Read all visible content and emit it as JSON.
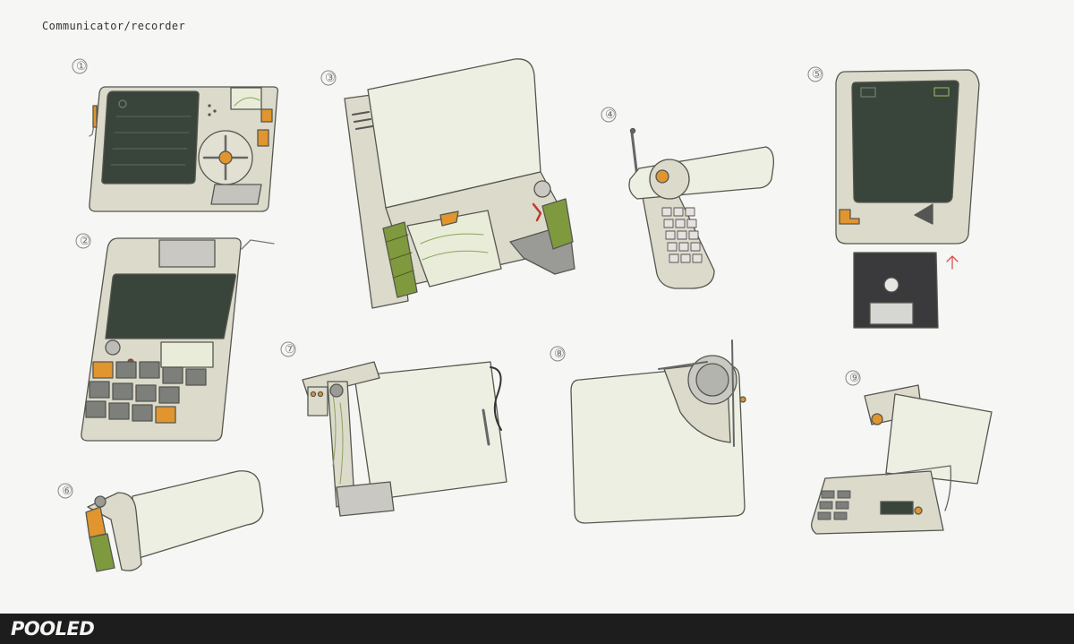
{
  "page": {
    "title": "Communicator/recorder"
  },
  "sketches": [
    {
      "number": "①"
    },
    {
      "number": "②"
    },
    {
      "number": "③"
    },
    {
      "number": "④"
    },
    {
      "number": "⑤"
    },
    {
      "number": "⑥"
    },
    {
      "number": "⑦"
    },
    {
      "number": "⑧"
    },
    {
      "number": "⑨"
    }
  ],
  "palette": {
    "shell": "#dcdacb",
    "screen": "#39443a",
    "paper": "#ecefe1",
    "accent_orange": "#e0952e",
    "grip_green": "#7f9a3e",
    "key_grey": "#7d7f7a",
    "floppy": "#3a3a3c"
  },
  "footer": {
    "logo": "POOLED"
  }
}
